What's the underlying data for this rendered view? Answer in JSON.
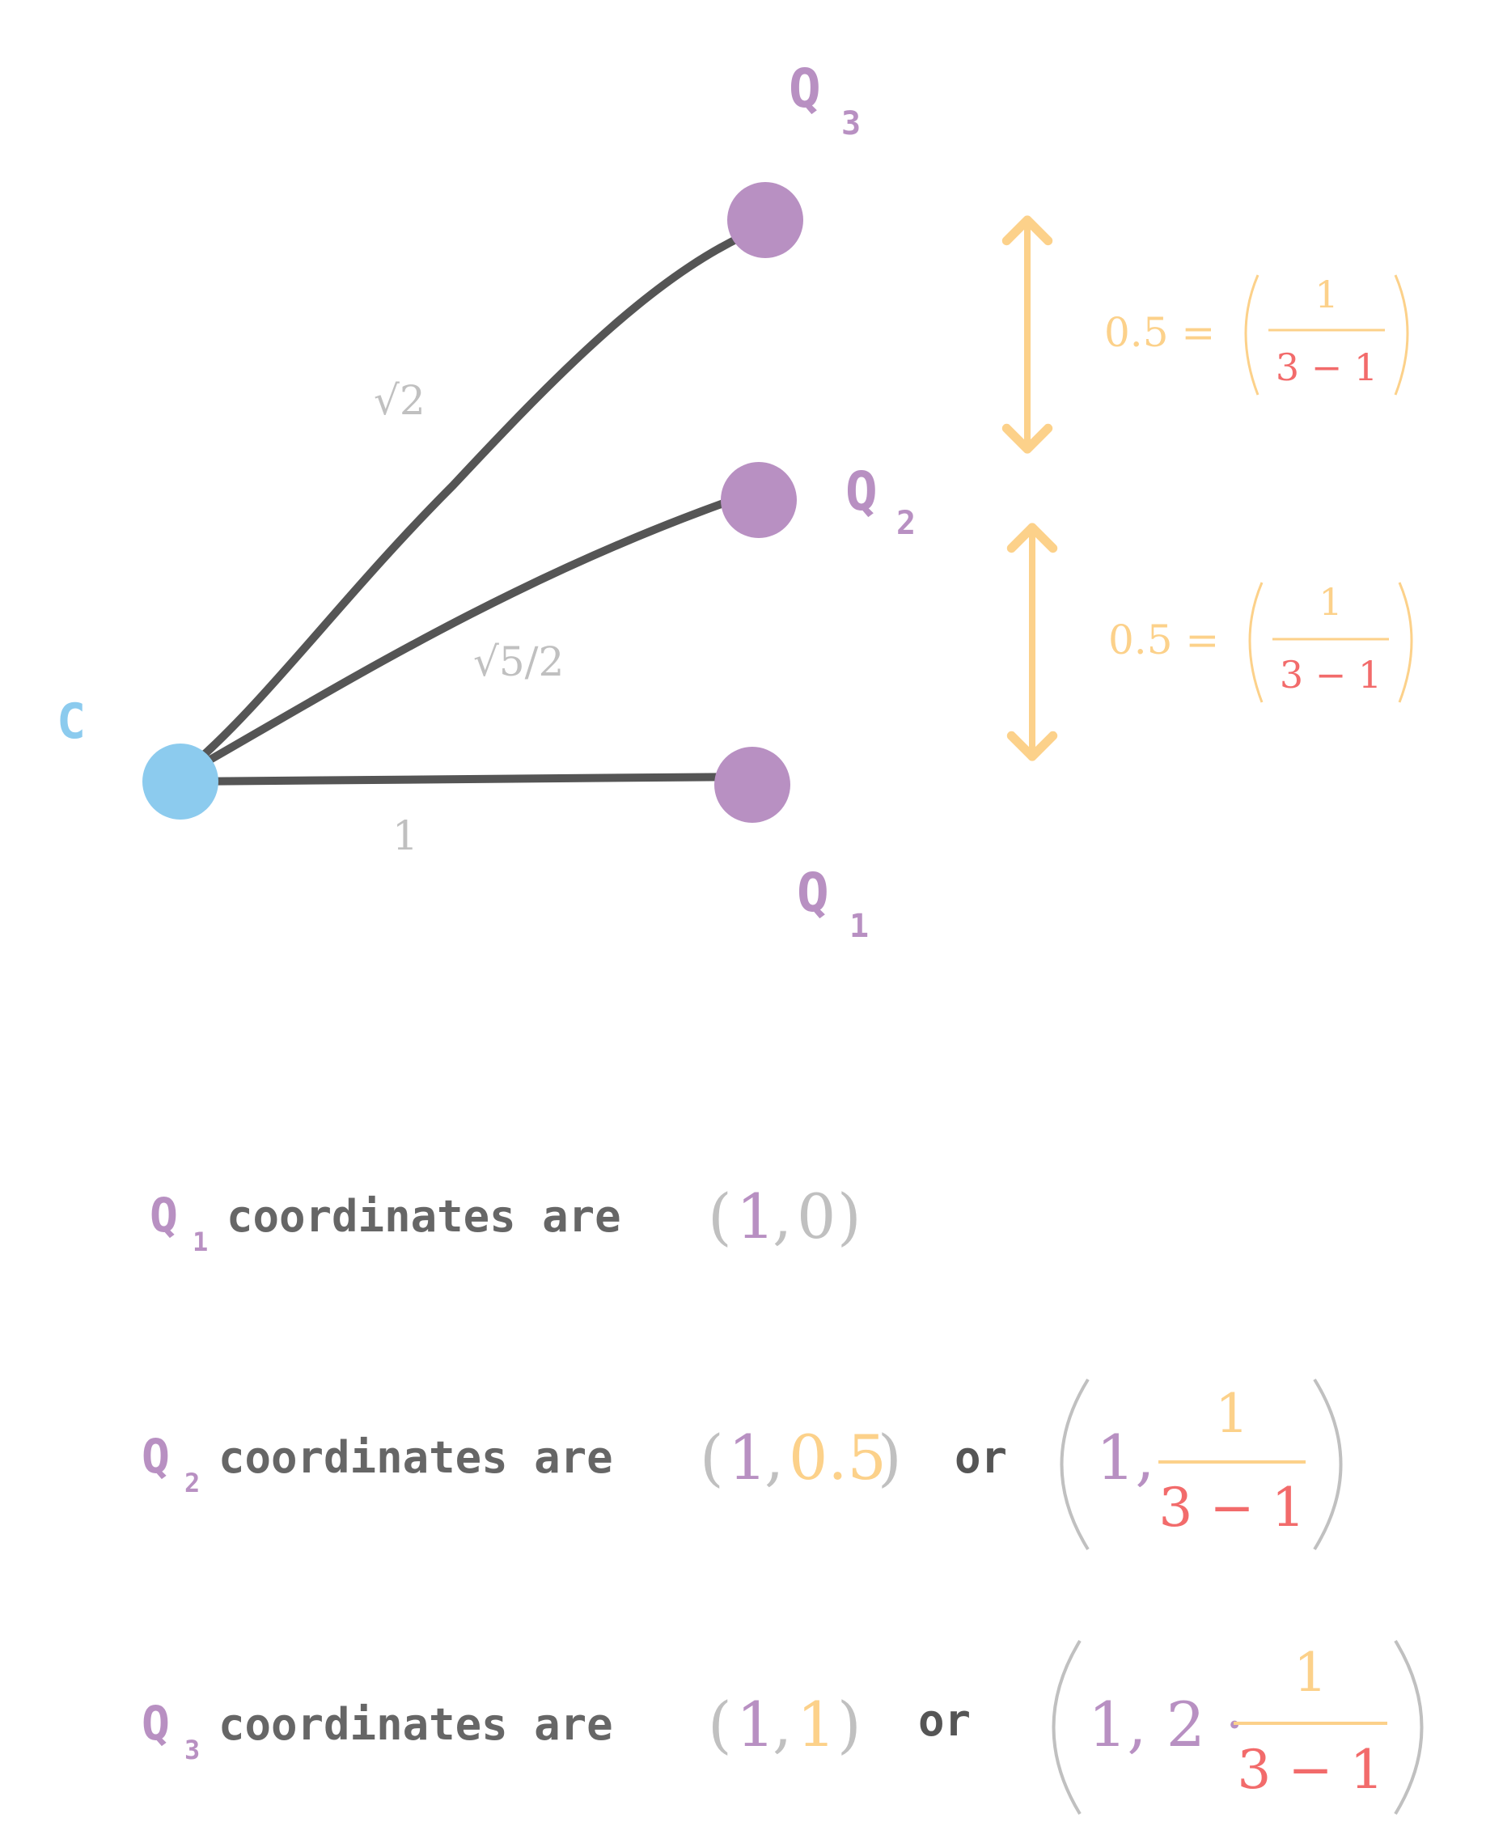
{
  "colors": {
    "purple": "#b890c2",
    "blue": "#8ccbee",
    "orange": "#fcd18a",
    "red": "#f26b6b",
    "gray": "#c0c0c0",
    "dark": "#555555",
    "edge": "#555555"
  },
  "diagram": {
    "center_label": "C",
    "nodes": [
      {
        "label": "Q",
        "sub": "3"
      },
      {
        "label": "Q",
        "sub": "2"
      },
      {
        "label": "Q",
        "sub": "1"
      }
    ],
    "edge_labels": {
      "q3": "√2",
      "q2": "√5/2",
      "q1": "1"
    },
    "spacing": [
      {
        "lhs": "0.5 =",
        "num": "1",
        "den": "3 − 1"
      },
      {
        "lhs": "0.5 =",
        "num": "1",
        "den": "3 − 1"
      }
    ]
  },
  "statements": [
    {
      "q": "Q",
      "sub": "1",
      "text": "coordinates are",
      "simple": {
        "open": "(",
        "a": "1",
        "sep": ",",
        "b": "0",
        "close": ")"
      }
    },
    {
      "q": "Q",
      "sub": "2",
      "text": "coordinates are",
      "simple": {
        "open": "(",
        "a": "1",
        "sep": ",",
        "b": "0.5",
        "close": ")"
      },
      "or": "or",
      "frac": {
        "a": "1,",
        "num": "1",
        "den": "3 − 1"
      }
    },
    {
      "q": "Q",
      "sub": "3",
      "text": "coordinates are",
      "simple": {
        "open": "(",
        "a": "1",
        "sep": ",",
        "b": "1",
        "close": ")"
      },
      "or": "or",
      "frac": {
        "a": "1, 2 ·",
        "num": "1",
        "den": "3 − 1"
      }
    }
  ]
}
